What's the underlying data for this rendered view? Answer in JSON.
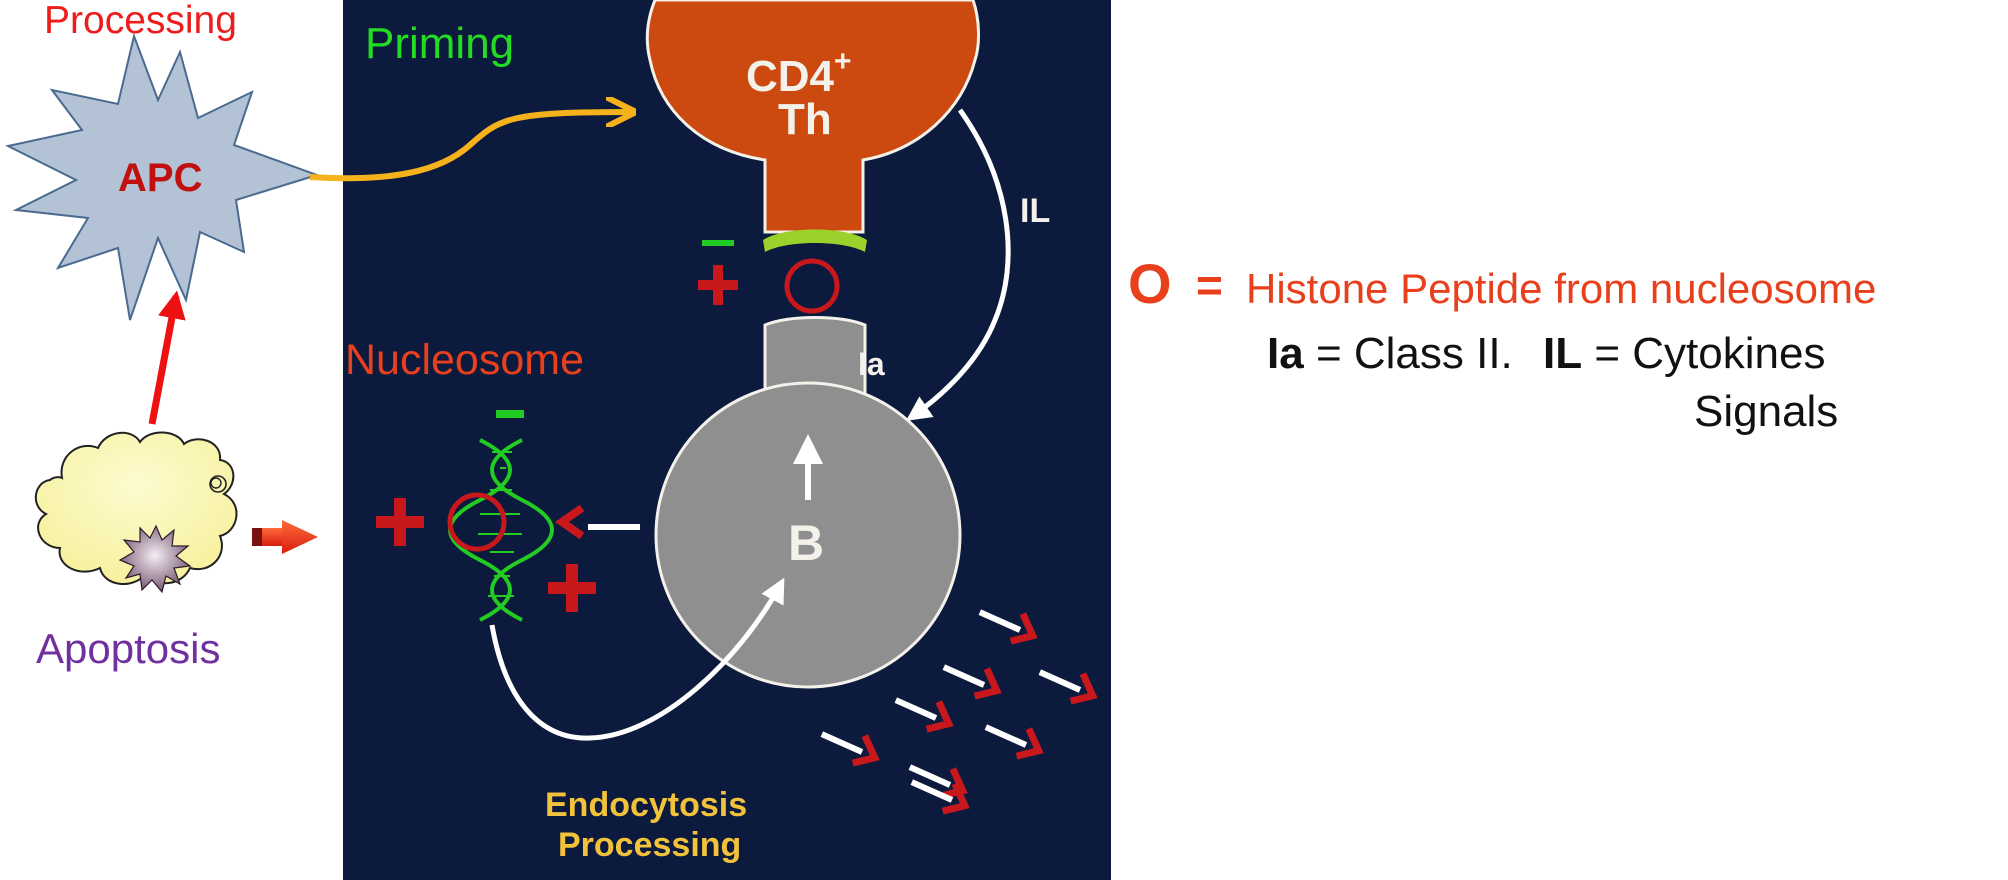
{
  "left": {
    "processing": "Processing",
    "apc": "APC",
    "apoptosis": "Apoptosis"
  },
  "panel": {
    "priming": "Priming",
    "cd4": "CD4",
    "cd4_sup": "+",
    "th": "Th",
    "il": "IL",
    "ia": "Ia",
    "b": "B",
    "nucleosome": "Nucleosome",
    "endocytosis": "Endocytosis",
    "processing": "Processing",
    "minus": "–",
    "plus": "+"
  },
  "legend": {
    "o_symbol": "O",
    "o_eq": "=",
    "o_text": "Histone Peptide from nucleosome",
    "ia_bold": "Ia",
    "ia_text": "= Class II.",
    "il_bold": "IL",
    "il_text": "= Cytokines",
    "signals": "Signals"
  },
  "colors": {
    "panel_bg": "#0c1a3e",
    "red_text": "#ee1c1c",
    "orange_text": "#e8401c",
    "green_text": "#22dd22",
    "purple_text": "#7030a0",
    "th_orange": "#cc4a10",
    "b_gray": "#8f8f8f",
    "yellow_text": "#f2c23a"
  }
}
